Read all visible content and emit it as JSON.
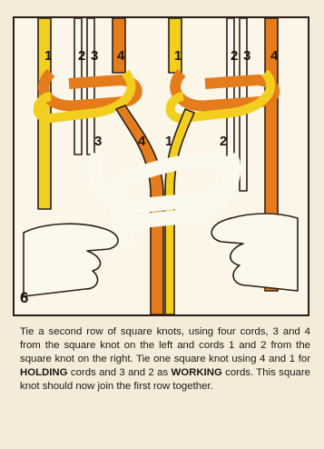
{
  "figure": {
    "step_number": "6",
    "left_group_labels": [
      "1",
      "2",
      "3",
      "4"
    ],
    "right_group_labels": [
      "1",
      "2",
      "3",
      "4"
    ],
    "working_labels": [
      "3",
      "4",
      "1",
      "2"
    ]
  },
  "colors": {
    "yellow_cord": "#f2cf1f",
    "orange_cord": "#e47c1b",
    "white_cord": "#fbf8ee",
    "outline": "#2a2018",
    "paper": "#f4ecd9"
  },
  "caption": {
    "part1": "Tie a second row of square knots, using four cords, 3 and 4 from the square knot on the left and cords 1 and 2 from the square knot on the right. Tie one square knot using 4 and 1 for ",
    "holding": "HOLDING",
    "part2": " cords and 3 and 2 as ",
    "working": "WORKING",
    "part3": " cords. This square knot should now join the first row together."
  }
}
